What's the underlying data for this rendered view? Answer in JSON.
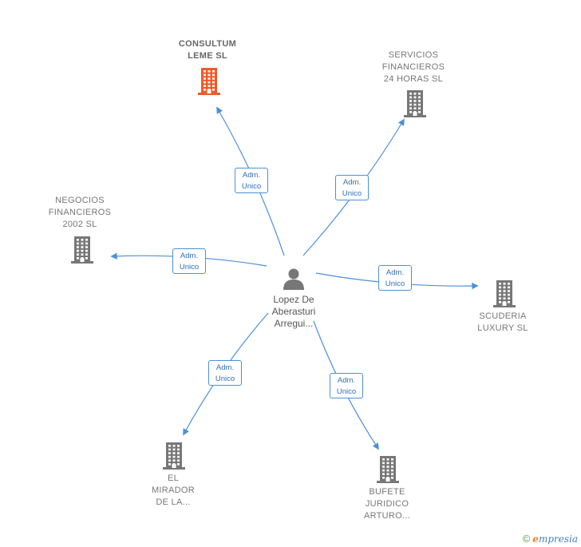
{
  "center": {
    "label": "Lopez De\nAberasturi\nArregui..."
  },
  "companies": [
    {
      "id": "consultum",
      "label": "CONSULTUM\nLEME  SL",
      "highlight": true,
      "role": "Adm.\nUnico"
    },
    {
      "id": "servicios",
      "label": "SERVICIOS\nFINANCIEROS\n24 HORAS  SL",
      "highlight": false,
      "role": "Adm.\nUnico"
    },
    {
      "id": "negocios",
      "label": "NEGOCIOS\nFINANCIEROS\n2002 SL",
      "highlight": false,
      "role": "Adm.\nUnico"
    },
    {
      "id": "scuderia",
      "label": "SCUDERIA\nLUXURY  SL",
      "highlight": false,
      "role": "Adm.\nUnico"
    },
    {
      "id": "mirador",
      "label": "EL\nMIRADOR\nDE LA...",
      "highlight": false,
      "role": "Adm.\nUnico"
    },
    {
      "id": "bufete",
      "label": "BUFETE\nJURIDICO\nARTURO...",
      "highlight": false,
      "role": "Adm.\nUnico"
    }
  ],
  "colors": {
    "edge": "#4a90d9",
    "building": "#777777",
    "building_highlight": "#f05a28",
    "person": "#777777"
  },
  "footer": {
    "copyright": "©",
    "brand_initial": "e",
    "brand_rest": "mpresia"
  }
}
